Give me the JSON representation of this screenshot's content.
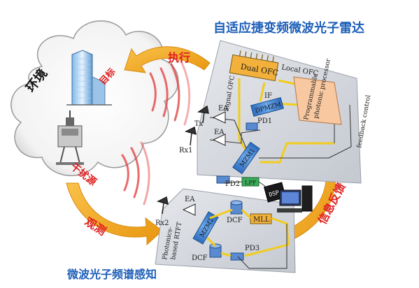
{
  "title_top": "自适应捷变频微波光子雷达",
  "title_bottom": "微波光子频谱感知",
  "cloud": {
    "env": "环境",
    "target": "目标",
    "jammer": "干扰源"
  },
  "arrows": {
    "execute": "执行",
    "observe": "观测",
    "feedback": "信息反馈"
  },
  "top_panel": {
    "local_ofc": "Local OFC",
    "dual_ofc": "Dual OFC",
    "signal_ofc": "Signal OFC",
    "if": "IF",
    "dpmzm": "DPMZM",
    "processor_line1": "Programmable",
    "processor_line2": "photonic processor",
    "feedback_control": "feedback control",
    "tx": "Tx",
    "rx1": "Rx1",
    "ea1": "EA",
    "ea2": "EA",
    "pd1": "PD1",
    "mzm1": "MZM1"
  },
  "bottom_panel": {
    "pd2": "PD2",
    "lpf": "LPF",
    "dsp": "DSP",
    "rx2": "Rx2",
    "ea": "EA",
    "mzm2": "MZM2",
    "dcf1": "DCF",
    "mll": "MLL",
    "dcf2": "DCF",
    "pd3": "PD3",
    "rtft_line1": "Photonics-",
    "rtft_line2": "based RTFT"
  },
  "colors": {
    "title_blue": "#1d5fb8",
    "red_text": "#e02020",
    "arrow_orange": "#f2a51f",
    "panel_gray": "#d3d6dd",
    "mzm_blue": "#3e7fcf",
    "ofc_orange": "#f3b13b",
    "processor_peach": "#f8c8a0",
    "fiber_yellow": "#f2cc1c"
  }
}
